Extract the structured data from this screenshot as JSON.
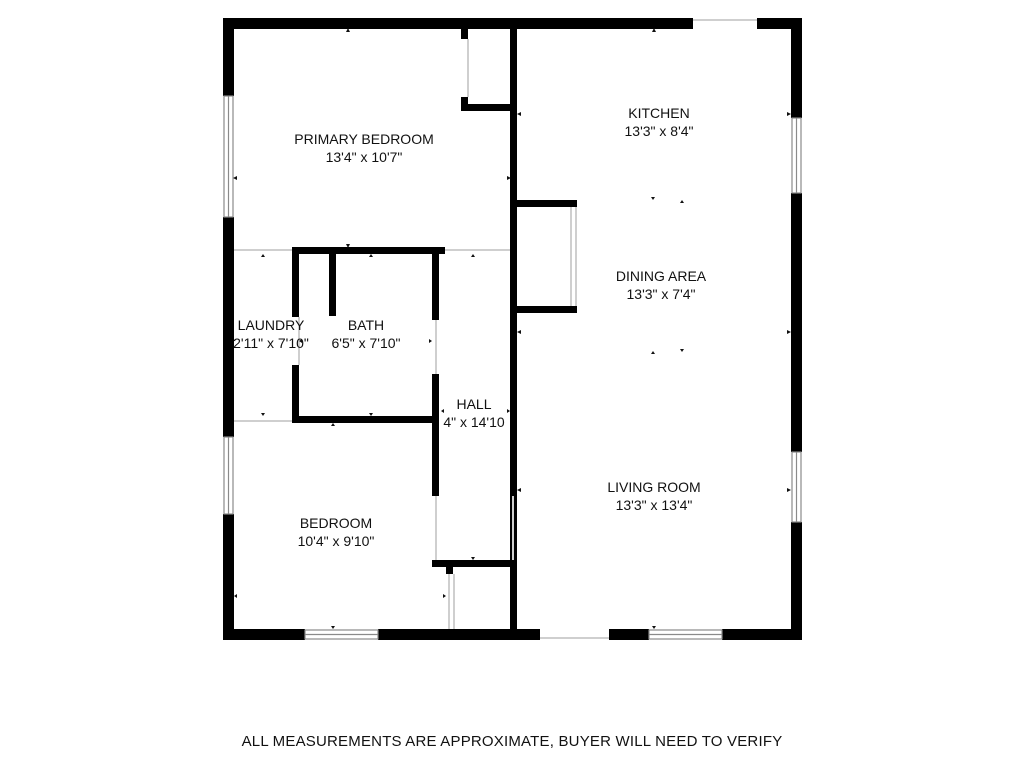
{
  "rooms": {
    "primary_bedroom": {
      "name": "PRIMARY BEDROOM",
      "dims": "13'4\" x 10'7\""
    },
    "kitchen": {
      "name": "KITCHEN",
      "dims": "13'3\" x 8'4\""
    },
    "dining_area": {
      "name": "DINING AREA",
      "dims": "13'3\" x 7'4\""
    },
    "laundry": {
      "name": "LAUNDRY",
      "dims": "2'11\" x 7'10\""
    },
    "bath": {
      "name": "BATH",
      "dims": "6'5\" x 7'10\""
    },
    "hall": {
      "name": "HALL",
      "dims": "4\" x 14'10"
    },
    "living_room": {
      "name": "LIVING ROOM",
      "dims": "13'3\" x 13'4\""
    },
    "bedroom": {
      "name": "BEDROOM",
      "dims": "10'4\" x 9'10\""
    }
  },
  "disclaimer": "ALL MEASUREMENTS ARE APPROXIMATE, BUYER WILL NEED TO VERIFY",
  "colors": {
    "wall": "#000000",
    "window_frame": "#999999",
    "background": "#ffffff"
  }
}
